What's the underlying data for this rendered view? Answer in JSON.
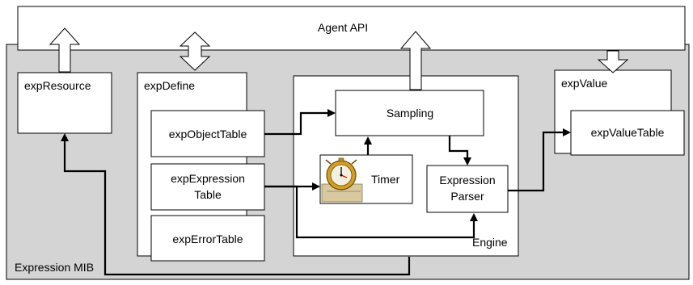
{
  "labels": {
    "agent_api": "Agent API",
    "expression_mib": "Expression MIB",
    "exp_resource": "expResource",
    "exp_define": "expDefine",
    "exp_object_table": "expObjectTable",
    "exp_expression_table_1": "expExpression",
    "exp_expression_table_2": "Table",
    "exp_error_table": "expErrorTable",
    "sampling": "Sampling",
    "timer": "Timer",
    "expression_parser_1": "Expression",
    "expression_parser_2": "Parser",
    "engine": "Engine",
    "exp_value": "expValue",
    "exp_value_table": "expValueTable"
  },
  "colors": {
    "mib_background": "#d4d4d4",
    "box_fill": "#ffffff",
    "line": "#000000"
  },
  "icons": {
    "timer": "stopwatch-clock-icon"
  }
}
